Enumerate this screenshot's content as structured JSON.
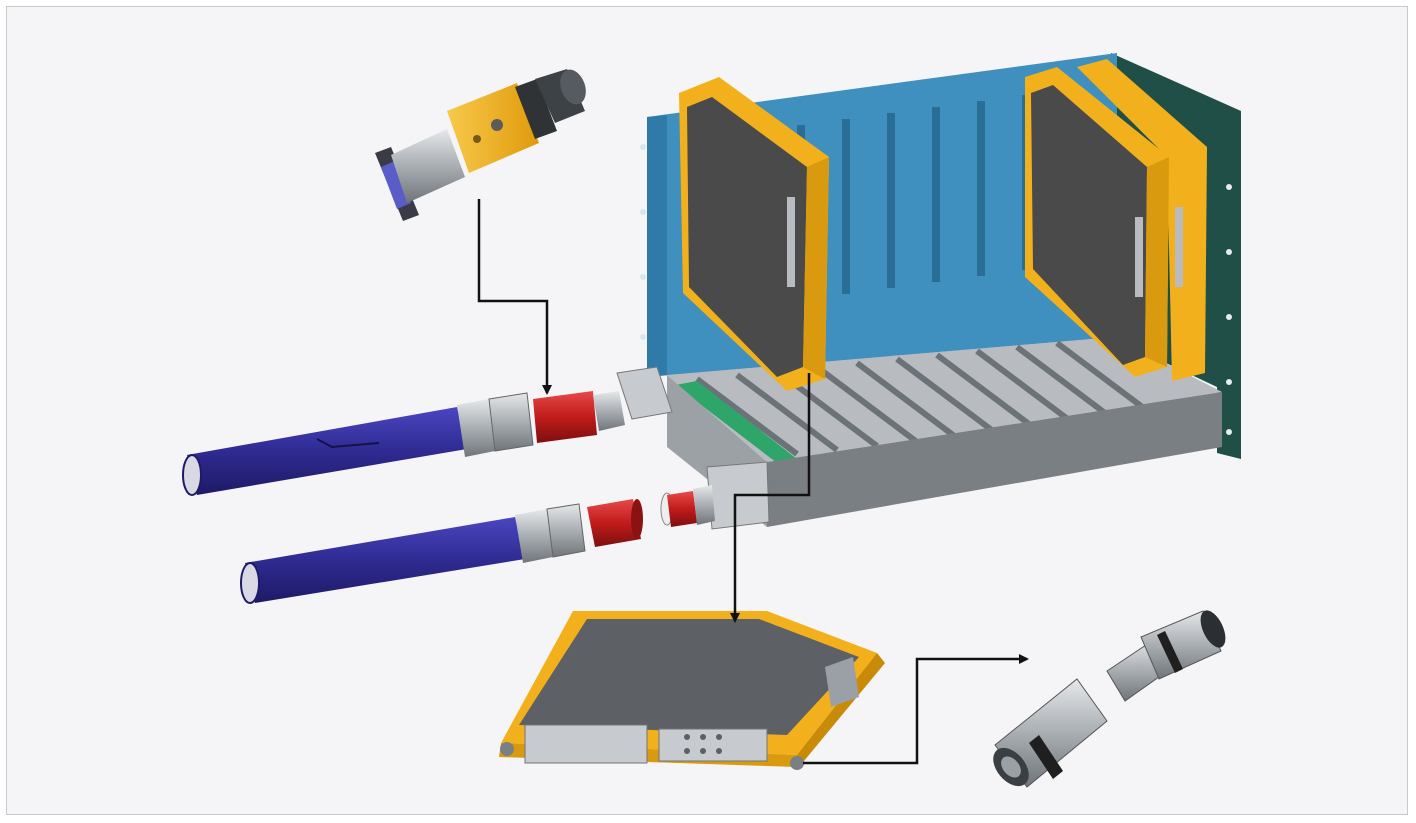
{
  "diagram": {
    "background_color": "#f5f5f7",
    "colors": {
      "chassis_blue": "#3f8fbf",
      "chassis_green": "#1f4f46",
      "module_yellow": "#f2b11c",
      "module_panel": "#4a4a4a",
      "cable_blue": "#34309a",
      "connector_red": "#c81e1e",
      "metal_gray": "#9aa0a6",
      "arrow": "#111111"
    },
    "components": [
      {
        "id": "chassis",
        "icon": "avionics-rack-chassis-icon"
      },
      {
        "id": "cable-upper",
        "icon": "fiber-cable-icon"
      },
      {
        "id": "cable-lower",
        "icon": "fiber-cable-icon"
      },
      {
        "id": "connector-plug",
        "icon": "circular-connector-icon"
      },
      {
        "id": "module",
        "icon": "lru-module-icon"
      },
      {
        "id": "contact-pair",
        "icon": "optical-contact-icon"
      }
    ],
    "arrows": [
      {
        "from": "connector-plug",
        "to": "cable-upper"
      },
      {
        "from": "chassis",
        "to": "module"
      },
      {
        "from": "module",
        "to": "contact-pair"
      }
    ]
  }
}
